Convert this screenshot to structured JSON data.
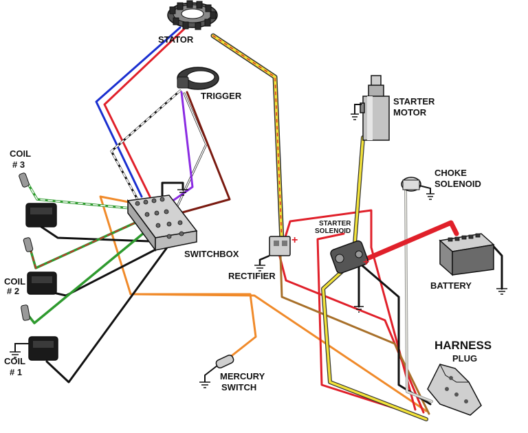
{
  "labels": {
    "stator": "STATOR",
    "trigger": "TRIGGER",
    "coil3_a": "COIL",
    "coil3_b": "# 3",
    "coil2_a": "COIL",
    "coil2_b": "# 2",
    "coil1_a": "COIL",
    "coil1_b": "# 1",
    "switchbox": "SWITCHBOX",
    "rectifier": "RECTIFIER",
    "starter_motor_a": "STARTER",
    "starter_motor_b": "MOTOR",
    "choke_a": "CHOKE",
    "choke_b": "SOLENOID",
    "starter_solenoid_a": "STARTER",
    "starter_solenoid_b": "SOLENOID",
    "battery": "BATTERY",
    "harness": "HARNESS",
    "plug": "PLUG",
    "mercury_a": "MERCURY",
    "mercury_b": "SWITCH",
    "plus_rectifier": "+",
    "plus_solenoid": "+"
  },
  "colors": {
    "red": "#e0202a",
    "blue": "#1a2fd0",
    "purple": "#8a2be2",
    "brown": "#7a1a10",
    "orange": "#f08a2a",
    "green": "#2e9a2e",
    "yellow": "#f2e23a",
    "tan": "#a8702a",
    "gray": "#b8b8b0"
  }
}
